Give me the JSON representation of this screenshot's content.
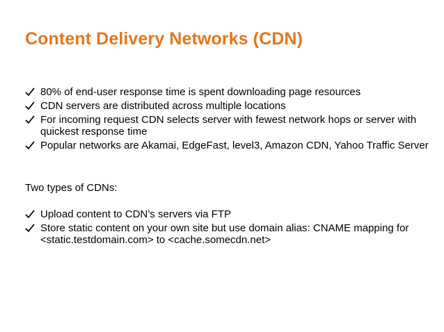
{
  "slide": {
    "title": "Content Delivery Networks (CDN)",
    "accent_color": "#e8751a",
    "bullet_icon": "check-mark-icon",
    "bullets_top": [
      {
        "text": "80% of end-user response time is spent downloading page resources"
      },
      {
        "text": "CDN servers are distributed across multiple locations"
      },
      {
        "text": "For incoming request CDN selects server with fewest network hops or server with quickest response time"
      },
      {
        "text": "Popular networks are Akamai, EdgeFast, level3, Amazon CDN, Yahoo Traffic Server"
      }
    ],
    "subheading": "Two types of CDNs:",
    "bullets_bottom": [
      {
        "text": "Upload content to CDN’s servers via FTP"
      },
      {
        "text": "Store static content on your own site but use domain alias: CNAME mapping for <static.testdomain.com> to <cache.somecdn.net>"
      }
    ]
  }
}
